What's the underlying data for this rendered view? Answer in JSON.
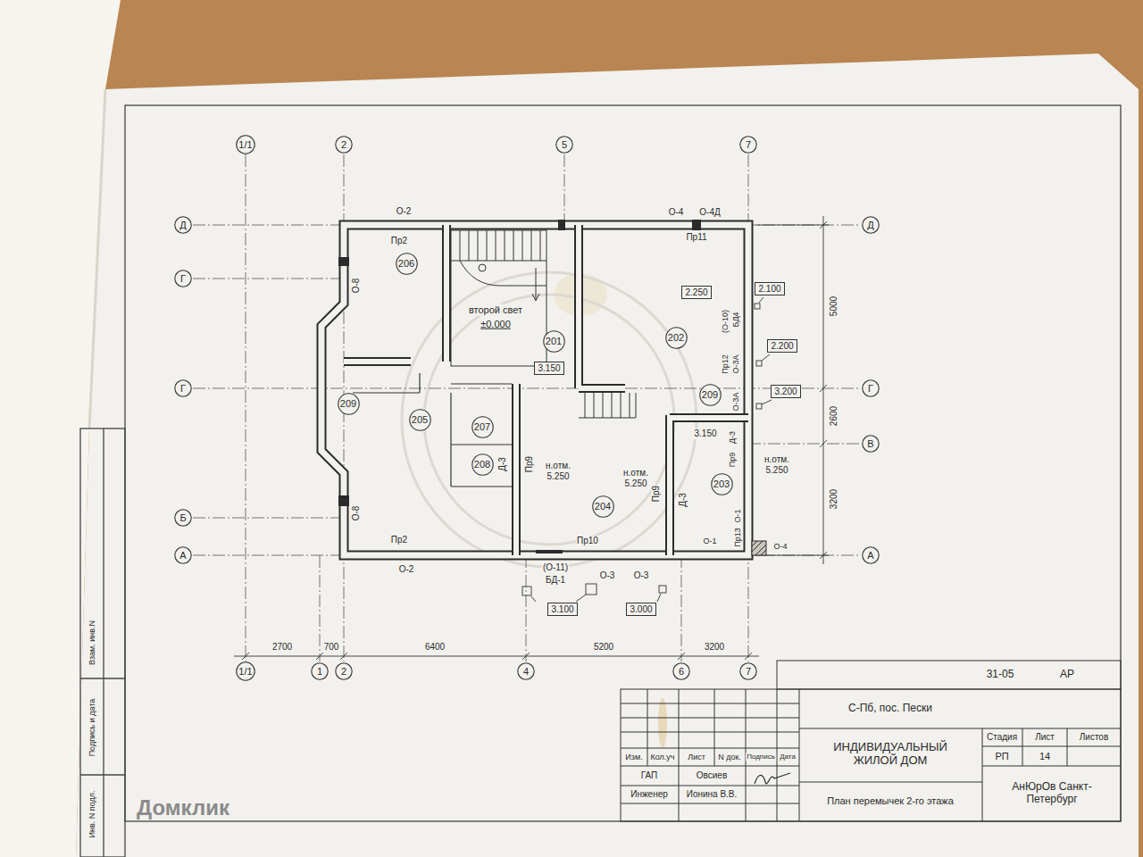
{
  "diagram": {
    "nodes": [
      {
        "text": [
          "1/1"
        ]
      },
      {
        "text": [
          "2"
        ]
      },
      {
        "text": [
          "5"
        ]
      },
      {
        "text": [
          "7"
        ]
      },
      {
        "text": [
          "Д"
        ]
      },
      {
        "text": [
          "Г"
        ]
      },
      {
        "text": [
          "Г"
        ]
      },
      {
        "text": [
          "Б"
        ]
      },
      {
        "text": [
          "А"
        ]
      },
      {
        "text": [
          "Д"
        ]
      },
      {
        "text": [
          "Г"
        ]
      },
      {
        "text": [
          "В"
        ]
      },
      {
        "text": [
          "А"
        ]
      },
      {
        "text": [
          "1/1"
        ]
      },
      {
        "text": [
          "1"
        ]
      },
      {
        "text": [
          "2"
        ]
      },
      {
        "text": [
          "4"
        ]
      },
      {
        "text": [
          "6"
        ]
      },
      {
        "text": [
          "7"
        ]
      },
      {
        "text": [
          "206"
        ]
      },
      {
        "text": [
          "201"
        ]
      },
      {
        "text": [
          "202"
        ]
      },
      {
        "text": [
          "209"
        ]
      },
      {
        "text": [
          "205"
        ]
      },
      {
        "text": [
          "207"
        ]
      },
      {
        "text": [
          "208"
        ]
      },
      {
        "text": [
          "204"
        ]
      },
      {
        "text": [
          "209"
        ]
      },
      {
        "text": [
          "203"
        ]
      },
      {
        "text": [
          "2.250"
        ]
      },
      {
        "text": [
          "3.150"
        ]
      },
      {
        "text": [
          "2.100"
        ]
      },
      {
        "text": [
          "2.200"
        ]
      },
      {
        "text": [
          "3.200"
        ]
      },
      {
        "text": [
          "3.100"
        ]
      },
      {
        "text": [
          "3.000"
        ]
      }
    ],
    "labels": [
      "О-2",
      "Пр2",
      "О-4",
      "О-4Д",
      "Пр11",
      "второй свет",
      "±0.000",
      "О-8",
      "О-8",
      "Пр2",
      "О-2",
      "Пр10",
      "(О-11)",
      "БД-1",
      "О-3",
      "О-3",
      "Д-3",
      "Пр9",
      "н.отм. 5.250",
      "н.отм. 5.250",
      "Пр9",
      "Д-3",
      "Д-3",
      "Пр9",
      "н.отм. 5.250",
      "О-1",
      "Пр13",
      "О-1",
      "О-4",
      "(О-10)",
      "БД4",
      "Пр12",
      "О-3А",
      "О-3А",
      "3.150",
      "5000",
      "2600",
      "3200",
      "2700",
      "700",
      "6400",
      "5200",
      "3200",
      "31-05",
      "АР",
      "С-Пб, пос. Пески",
      "ИНДИВИДУАЛЬНЫЙ ЖИЛОЙ ДОМ",
      "Стадия",
      "Лист",
      "Листов",
      "РП",
      "14",
      "АнЮрОв Санкт-Петербург",
      "План перемычек 2-го этажа",
      "Изм.",
      "Кол.уч",
      "Лист",
      "N док.",
      "Подпись",
      "Дата",
      "ГАП",
      "Овсиев",
      "Инженер",
      "Ионина В.В.",
      "Взам. инв.N",
      "Подпись и дата",
      "Инв. N подл.",
      "Домклик"
    ]
  }
}
